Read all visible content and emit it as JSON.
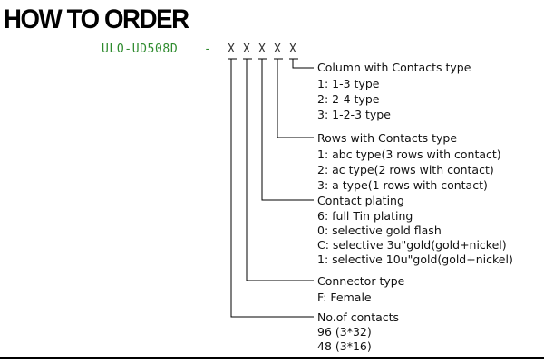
{
  "title": "HOW TO ORDER",
  "part_number": {
    "prefix": "ULO-UD508D",
    "separator": "-",
    "placeholders": [
      "X",
      "X",
      "X",
      "X",
      "X"
    ]
  },
  "colors": {
    "part_prefix": "#2e8b2e",
    "lines": "#000000"
  },
  "fields": [
    {
      "heading": "Column with Contacts type",
      "options": [
        "1: 1-3 type",
        "2: 2-4 type",
        "3: 1-2-3 type"
      ]
    },
    {
      "heading": "Rows with Contacts type",
      "options": [
        "1: abc type(3 rows with contact)",
        "2: ac type(2 rows with contact)",
        "3: a type(1 rows with contact)"
      ]
    },
    {
      "heading": "Contact plating",
      "options": [
        "6: full Tin plating",
        "0: selective gold flash",
        "C: selective 3u\"gold(gold+nickel)",
        "1: selective 10u\"gold(gold+nickel)"
      ]
    },
    {
      "heading": "Connector type",
      "options": [
        "F: Female"
      ]
    },
    {
      "heading": "No.of contacts",
      "options": [
        "96 (3*32)",
        "48 (3*16)"
      ]
    }
  ]
}
